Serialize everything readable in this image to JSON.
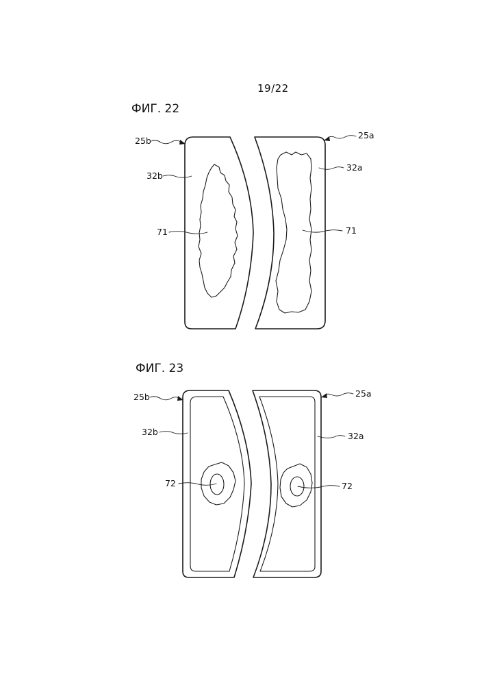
{
  "page_number": "19/22",
  "figures": [
    {
      "title": "ФИГ. 22",
      "labels": {
        "left_part": "25b",
        "right_part": "25a",
        "left_surface": "32b",
        "right_surface": "32a",
        "left_region": "71",
        "right_region": "71"
      }
    },
    {
      "title": "ФИГ. 23",
      "labels": {
        "left_part": "25b",
        "right_part": "25a",
        "left_surface": "32b",
        "right_surface": "32a",
        "left_region": "72",
        "right_region": "72"
      }
    }
  ]
}
